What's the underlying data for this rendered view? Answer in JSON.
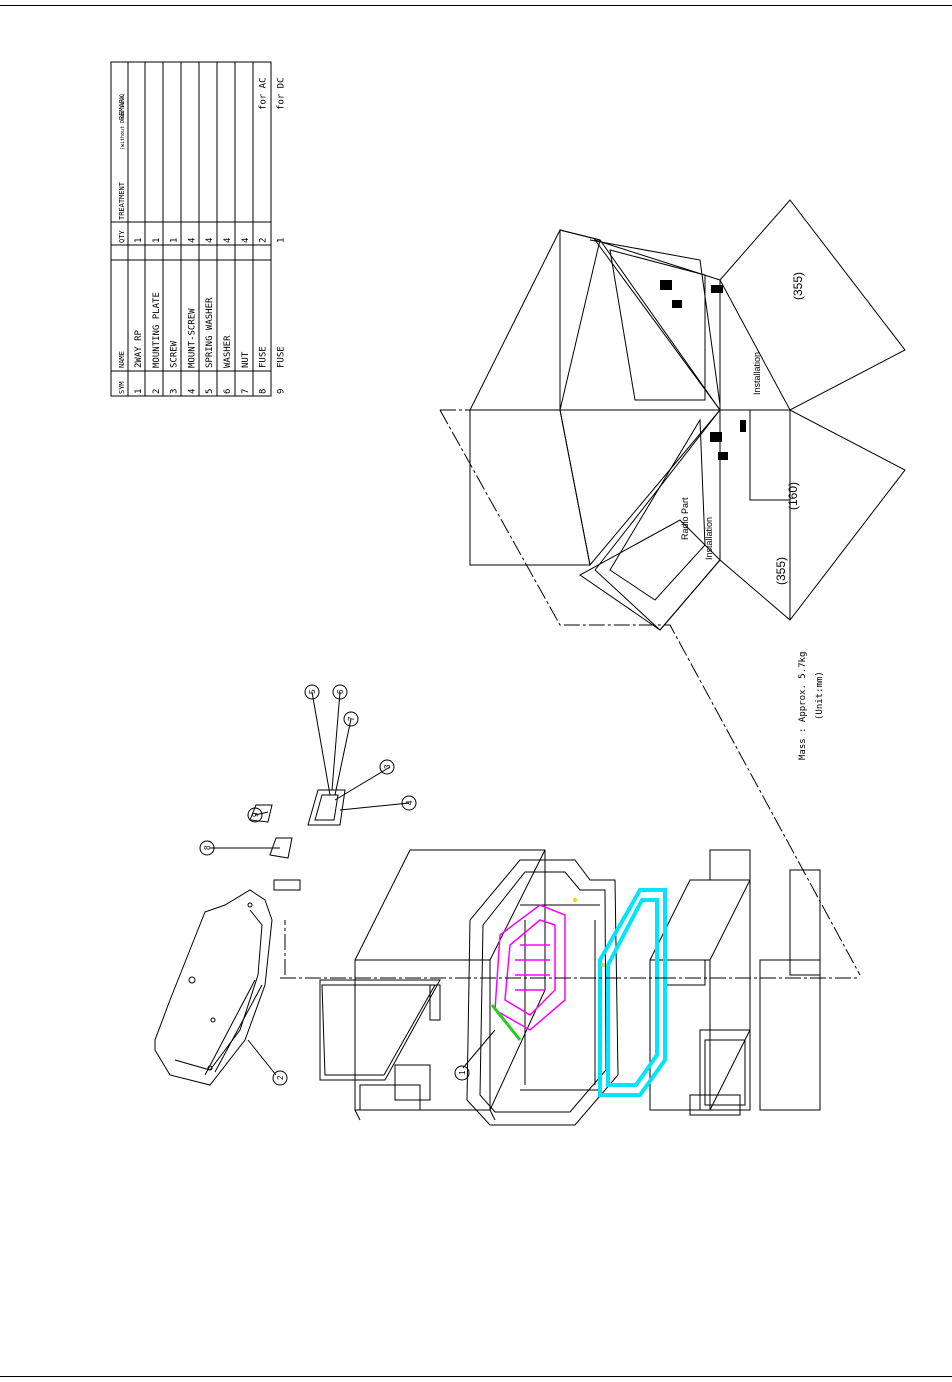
{
  "parts_table": {
    "headers": [
      "SYM",
      "NAME",
      "QTY",
      "TREATMENT",
      "REMARK"
    ],
    "header_remark_note": "(without Dark line)",
    "rows": [
      {
        "sym": "1",
        "name": "2WAY RP",
        "qty": "1",
        "treatment": "",
        "remark": ""
      },
      {
        "sym": "2",
        "name": "MOUNTING PLATE",
        "qty": "1",
        "treatment": "",
        "remark": ""
      },
      {
        "sym": "3",
        "name": "SCREW",
        "qty": "1",
        "treatment": "",
        "remark": ""
      },
      {
        "sym": "4",
        "name": "MOUNT-SCREW",
        "qty": "4",
        "treatment": "",
        "remark": ""
      },
      {
        "sym": "5",
        "name": "SPRING WASHER",
        "qty": "4",
        "treatment": "",
        "remark": ""
      },
      {
        "sym": "6",
        "name": "WASHER",
        "qty": "4",
        "treatment": "",
        "remark": ""
      },
      {
        "sym": "7",
        "name": "NUT",
        "qty": "4",
        "treatment": "",
        "remark": ""
      },
      {
        "sym": "8",
        "name": "FUSE",
        "qty": "2",
        "treatment": "",
        "remark": "for AC"
      },
      {
        "sym": "9",
        "name": "FUSE",
        "qty": "1",
        "treatment": "",
        "remark": "for DC"
      }
    ]
  },
  "callouts": [
    "1",
    "2",
    "3",
    "4",
    "5",
    "6",
    "7",
    "8",
    "9"
  ],
  "mass_note": {
    "line1": "Mass : Approx. 5.7kg",
    "line2": "(Unit:mm)"
  },
  "carton": {
    "dimensions": [
      "(355)",
      "(160)",
      "(355)"
    ],
    "side_texts": [
      "Installation",
      "Installation",
      "Radio Part"
    ]
  },
  "colors": {
    "line": "#000000",
    "pcb_highlight": "#ff00ff",
    "frame_highlight": "#00e5ff",
    "board_highlight": "#22cc22",
    "accent_dot": "#ffcc00"
  }
}
